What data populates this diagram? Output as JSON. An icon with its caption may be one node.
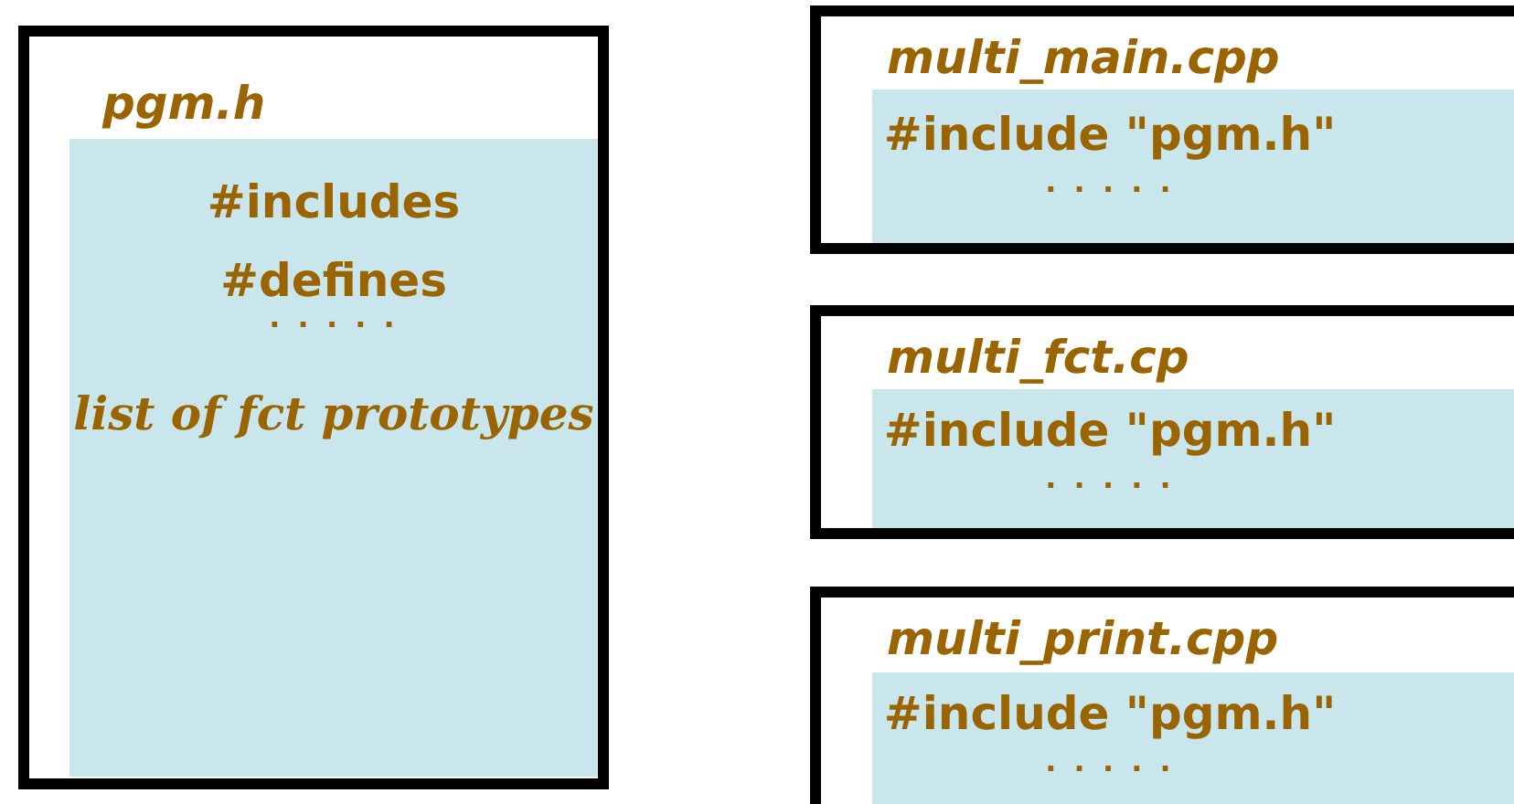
{
  "diagram": {
    "nodes": [
      {
        "text": [
          "pgm.h"
        ]
      },
      {
        "text": [
          "#includes",
          "#defines",
          ". . . . .",
          "list of fct prototypes"
        ],
        "in": 0
      },
      {
        "text": [
          "multi_main.cpp"
        ]
      },
      {
        "text": [
          "#include \"pgm.h\"",
          ". . . . ."
        ],
        "in": 2
      },
      {
        "text": [
          "multi_fct.cp"
        ]
      },
      {
        "text": [
          "#include \"pgm.h\"",
          ". . . . ."
        ],
        "in": 4
      },
      {
        "text": [
          "multi_print.cpp"
        ]
      },
      {
        "text": [
          "#include \"pgm.h\"",
          ". . . . ."
        ],
        "in": 6
      }
    ]
  }
}
